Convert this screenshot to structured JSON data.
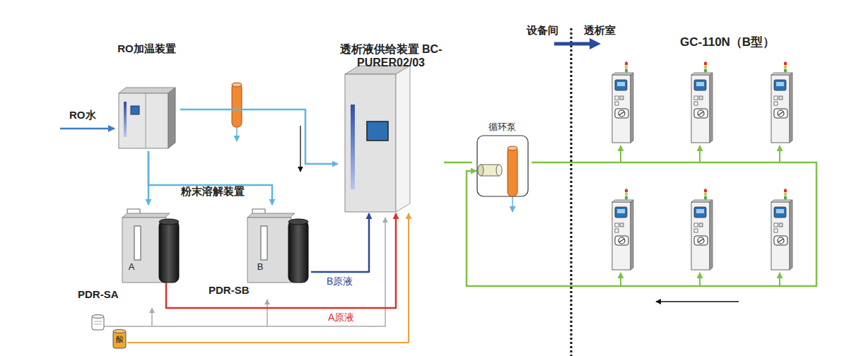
{
  "diagram": {
    "nodes": [
      {
        "text": [
          "RO加温装置"
        ]
      },
      {
        "text": [
          "透析液供给装置 BC-PURER02/03"
        ]
      },
      {
        "text": [
          "A",
          "PDR-SA"
        ]
      },
      {
        "text": [
          "B",
          "PDR-SB"
        ]
      },
      {
        "text": [
          "循环泵"
        ]
      },
      {
        "text": [
          "酸"
        ]
      }
    ],
    "edges": [
      {
        "from": 0,
        "to": 1,
        "arrow": "to"
      },
      {
        "from": 0,
        "to": 2,
        "arrow": "to"
      },
      {
        "from": 0,
        "to": 3,
        "arrow": "to"
      },
      {
        "from": 2,
        "to": 1,
        "label": "A原液",
        "arrow": "to"
      },
      {
        "from": 3,
        "to": 1,
        "label": "B原液",
        "arrow": "to"
      },
      {
        "from": 5,
        "to": 1,
        "arrow": "to"
      },
      {
        "from": 1,
        "to": 4,
        "arrow": "none"
      }
    ],
    "labels": [
      "RO水",
      "粉末溶解装置",
      "设备间",
      "透析室",
      "GC-110N（B型）"
    ]
  }
}
